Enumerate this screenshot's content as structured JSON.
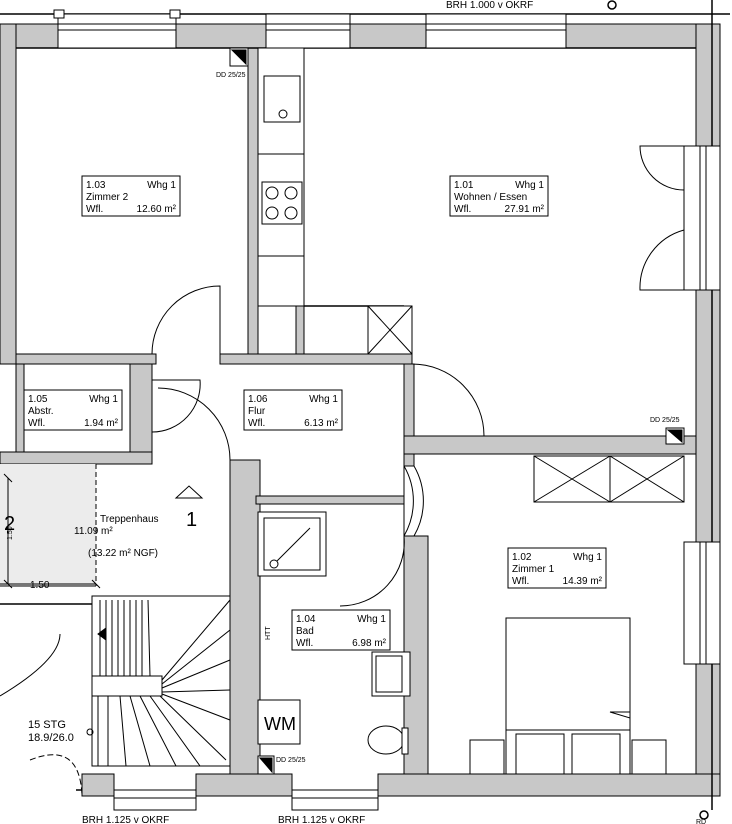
{
  "header": {
    "top_note": "BRH 1.000 v OKRF",
    "bottom_left_note": "BRH 1.125 v OKRF",
    "bottom_right_note": "BRH 1.125 v OKRF"
  },
  "rooms": {
    "zimmer2": {
      "id": "1.03",
      "unit": "Whg 1",
      "name": "Zimmer 2",
      "area_label": "Wfl.",
      "area": "12.60 m²"
    },
    "wohnen": {
      "id": "1.01",
      "unit": "Whg 1",
      "name": "Wohnen / Essen",
      "area_label": "Wfl.",
      "area": "27.91 m²"
    },
    "abstr": {
      "id": "1.05",
      "unit": "Whg 1",
      "name": "Abstr.",
      "area_label": "Wfl.",
      "area": "1.94 m²"
    },
    "flur": {
      "id": "1.06",
      "unit": "Whg 1",
      "name": "Flur",
      "area_label": "Wfl.",
      "area": "6.13 m²"
    },
    "zimmer1": {
      "id": "1.02",
      "unit": "Whg 1",
      "name": "Zimmer 1",
      "area_label": "Wfl.",
      "area": "14.39 m²"
    },
    "bad": {
      "id": "1.04",
      "unit": "Whg 1",
      "name": "Bad",
      "area_label": "Wfl.",
      "area": "6.98 m²"
    }
  },
  "stair": {
    "name": "Treppenhaus",
    "area": "11.09 m²",
    "ngf": "(13.22 m² NGF)",
    "number_right": "1",
    "number_left": "2",
    "dim_width": "1.50",
    "dim_side": "1.50",
    "steps": "15 STG",
    "ratio": "18.9/26.0"
  },
  "annotations": {
    "dd1": "DD 25/25",
    "dd2": "DD 25/25",
    "dd3": "DD 25/25",
    "wm": "WM",
    "htt": "HTT",
    "rd": "RD"
  }
}
